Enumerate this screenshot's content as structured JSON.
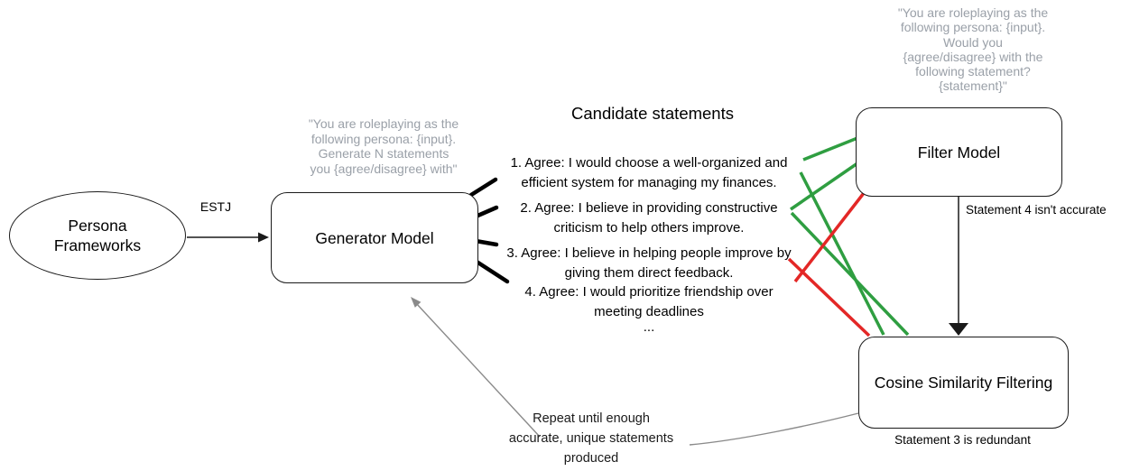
{
  "colors": {
    "green": "#2f9e41",
    "red": "#e32726",
    "black": "#1a1a1a",
    "line_gray": "#8a8a8a",
    "prompt_gray": "#9aa0a8"
  },
  "persona": {
    "label": "Persona\nFrameworks"
  },
  "estj_label": "ESTJ",
  "generator": {
    "label": "Generator Model",
    "prompt": "\"You are roleplaying as the\nfollowing persona: {input}.\nGenerate N statements\nyou {agree/disagree} with\""
  },
  "candidates": {
    "title": "Candidate statements",
    "items": [
      "1. Agree: I would choose a well-organized and\nefficient system for managing my finances.",
      "2. Agree: I believe in providing constructive\ncriticism to help others improve.",
      "3. Agree: I believe in helping people improve by\ngiving them direct feedback.",
      "4. Agree: I would prioritize friendship over\nmeeting deadlines"
    ],
    "ellipsis": "..."
  },
  "filter_model": {
    "label": "Filter Model",
    "prompt": "\"You are roleplaying as the\nfollowing persona: {input}.\nWould you\n{agree/disagree} with the\nfollowing statement?\n{statement}\"",
    "note": "Statement 4 isn't accurate"
  },
  "cosine": {
    "label": "Cosine Similarity Filtering",
    "note": "Statement 3 is redundant"
  },
  "repeat_note": "Repeat until enough\naccurate, unique statements\nproduced"
}
